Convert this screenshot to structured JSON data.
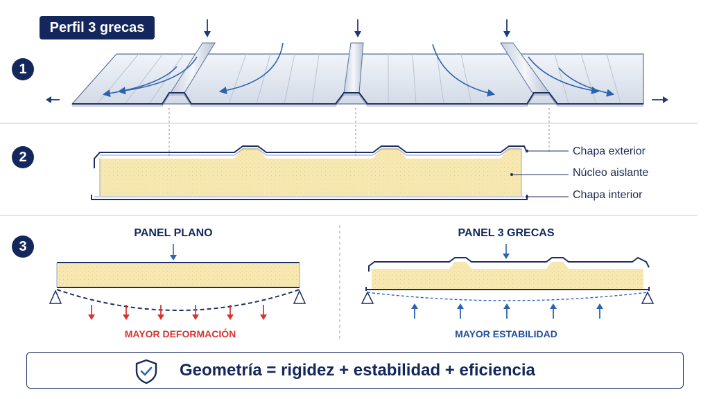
{
  "title": "Perfil 3 grecas",
  "steps": [
    "1",
    "2",
    "3"
  ],
  "layers": {
    "exterior": "Chapa exterior",
    "core": "Núcleo aislante",
    "interior": "Chapa interior"
  },
  "comparison": {
    "flat_title": "PANEL PLANO",
    "flat_result": "MAYOR DEFORMACIÓN",
    "grecas_title": "PANEL 3 GRECAS",
    "grecas_result": "MAYOR ESTABILIDAD"
  },
  "summary": "Geometría = rigidez + estabilidad + eficiencia",
  "icons": {
    "summary": "shield-check-icon",
    "load": "arrow-down-icon",
    "support": "triangle-support-icon"
  },
  "colors": {
    "navy": "#13275c",
    "accent_blue": "#2c63b0",
    "deformation_red": "#d8332d",
    "foam": "#f6e7ae",
    "sheet": "#e4e9f1"
  }
}
